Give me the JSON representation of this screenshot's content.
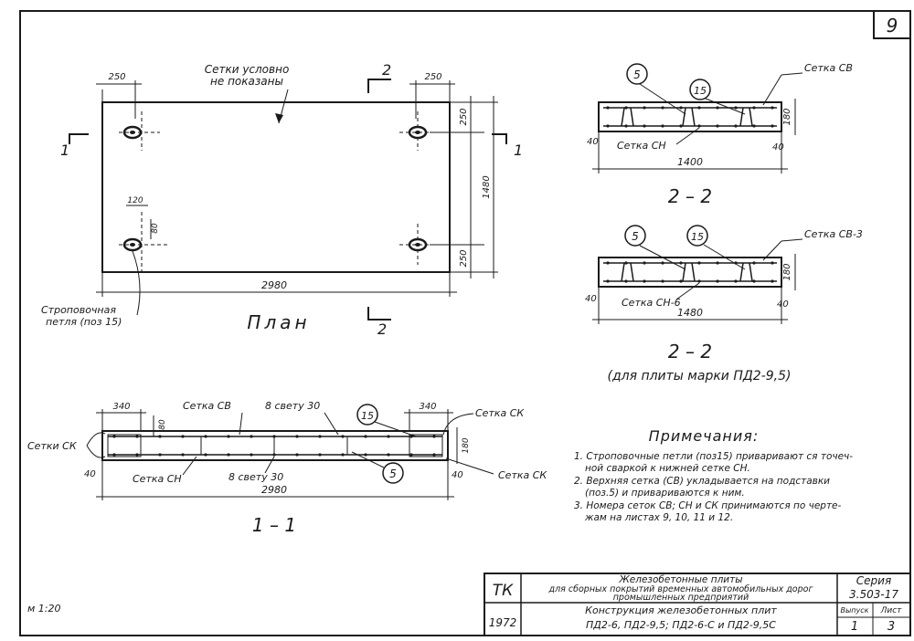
{
  "sheet": {
    "sheet_number": "9",
    "scale": "м 1:20"
  },
  "plan": {
    "title": "План",
    "note_nets_line1": "Сетки условно",
    "note_nets_line2": "не показаны",
    "dim_top_left": "250",
    "dim_top_right": "250",
    "dim_right_top": "250",
    "dim_right_bottom": "250",
    "dim_height": "1480",
    "dim_length": "2980",
    "dim_loop_w": "120",
    "dim_loop_h": "80",
    "section_mark_1": "1",
    "section_mark_2": "2",
    "loop_label_line1": "Строповочная",
    "loop_label_line2": "петля (поз 15)"
  },
  "section_2_2_a": {
    "title": "2 – 2",
    "callout_5": "5",
    "callout_15": "15",
    "label_top_net": "Сетка СВ",
    "label_bottom_net": "Сетка СН",
    "dim_width": "1400",
    "dim_left": "40",
    "dim_right": "40",
    "dim_height": "180"
  },
  "section_2_2_b": {
    "title": "2 – 2",
    "subtitle": "(для плиты марки ПД2-9,5)",
    "callout_5": "5",
    "callout_15": "15",
    "label_top_net": "Сетка СВ-3",
    "label_bottom_net": "Сетка СН-6",
    "dim_width": "1480",
    "dim_left": "40",
    "dim_right": "40",
    "dim_height": "180"
  },
  "section_1_1": {
    "title": "1 – 1",
    "label_top_net": "Сетка СВ",
    "label_bottom_net": "Сетка СН",
    "label_ck_left": "Сетки СК",
    "label_ck_top_right": "Сетка СК",
    "label_ck_bottom_right": "Сетка СК",
    "clear_top": "8 свету 30",
    "clear_bottom": "8 свету 30",
    "dim_left": "340",
    "dim_right": "340",
    "dim_inner_h": "80",
    "dim_height": "180",
    "dim_edge_left": "40",
    "dim_edge_right": "40",
    "dim_length": "2980",
    "callout_15": "15",
    "callout_5": "5"
  },
  "notes": {
    "heading": "Примечания:",
    "lines": [
      "1. Строповочные петли (поз15) приваривают ся точеч-",
      "ной сваркой к нижней сетке СН.",
      "2. Верхняя сетка (СВ) укладывается на подставки",
      "(поз.5) и привариваются к ним.",
      "3. Номера сеток СВ; СН и СК принимаются по черте-",
      "жам на листах 9, 10, 11 и 12."
    ]
  },
  "title_block": {
    "org": "ТК",
    "year": "1972",
    "desc_line1": "Железобетонные плиты",
    "desc_line2": "для сборных покрытий временных автомобильных дорог",
    "desc_line3": "промышленных предприятий",
    "series_label": "Серия",
    "series_value": "3.503-17",
    "drawing_line1": "Конструкция железобетонных плит",
    "drawing_line2": "ПД2-6, ПД2-9,5; ПД2-6-С и ПД2-9,5С",
    "issue_label": "Выпуск",
    "issue_value": "1",
    "sheet_label": "Лист",
    "sheet_value": "3"
  }
}
